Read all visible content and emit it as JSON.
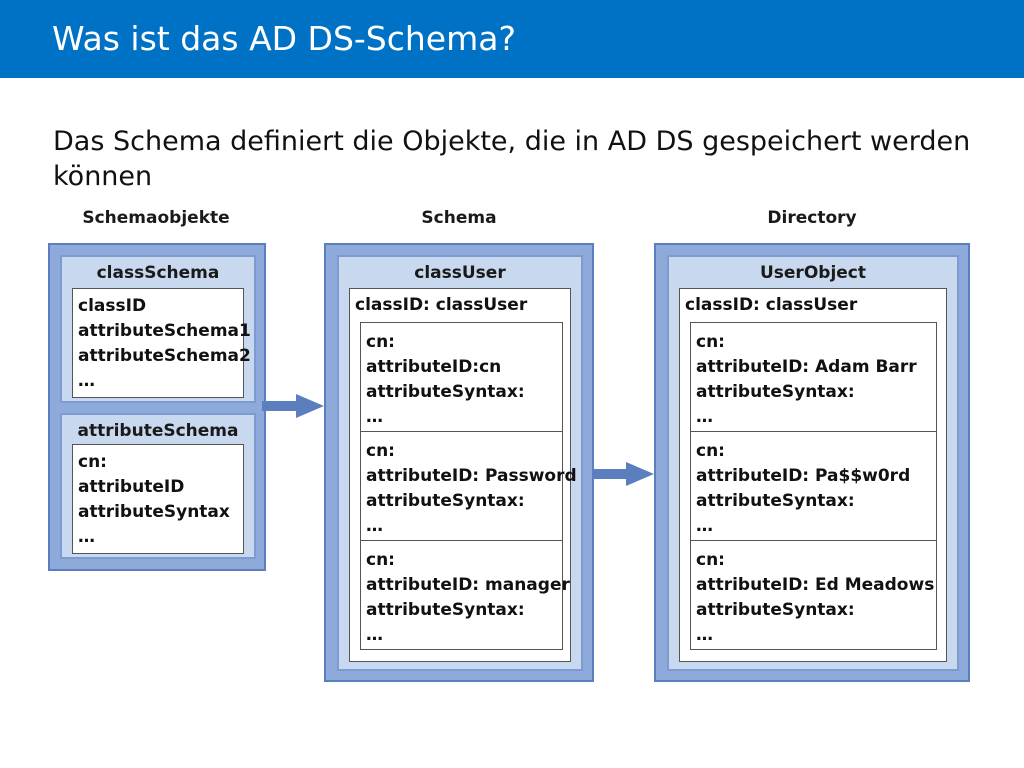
{
  "slide": {
    "title": "Was ist das AD DS-Schema?",
    "subtitle": "Das Schema definiert die Objekte, die in AD DS gespeichert werden können"
  },
  "diagram": {
    "columns": [
      {
        "header": "Schemaobjekte",
        "boxes": [
          {
            "label": "classSchema",
            "lines": [
              "classID",
              "attributeSchema1",
              "attributeSchema2",
              "…"
            ]
          },
          {
            "label": "attributeSchema",
            "lines": [
              "cn:",
              "attributeID",
              "attributeSyntax",
              "…"
            ]
          }
        ]
      },
      {
        "header": "Schema",
        "label": "classUser",
        "class_line": "classID: classUser",
        "attributes": [
          [
            "cn:",
            "attributeID:cn",
            "attributeSyntax:",
            "…"
          ],
          [
            "cn:",
            "attributeID: Password",
            "attributeSyntax:",
            "…"
          ],
          [
            "cn:",
            "attributeID: manager",
            "attributeSyntax:",
            "…"
          ]
        ]
      },
      {
        "header": "Directory",
        "label": "UserObject",
        "class_line": "classID: classUser",
        "attributes": [
          [
            "cn:",
            "attributeID: Adam Barr",
            "attributeSyntax:",
            "…"
          ],
          [
            "cn:",
            "attributeID: Pa$$w0rd",
            "attributeSyntax:",
            "…"
          ],
          [
            "cn:",
            "attributeID: Ed Meadows",
            "attributeSyntax:",
            "…"
          ]
        ]
      }
    ]
  },
  "colors": {
    "title_bar": "#0072c6",
    "outer_fill": "#8eaadb",
    "inner_fill": "#c8d8ef",
    "arrow": "#5b7fbe"
  }
}
